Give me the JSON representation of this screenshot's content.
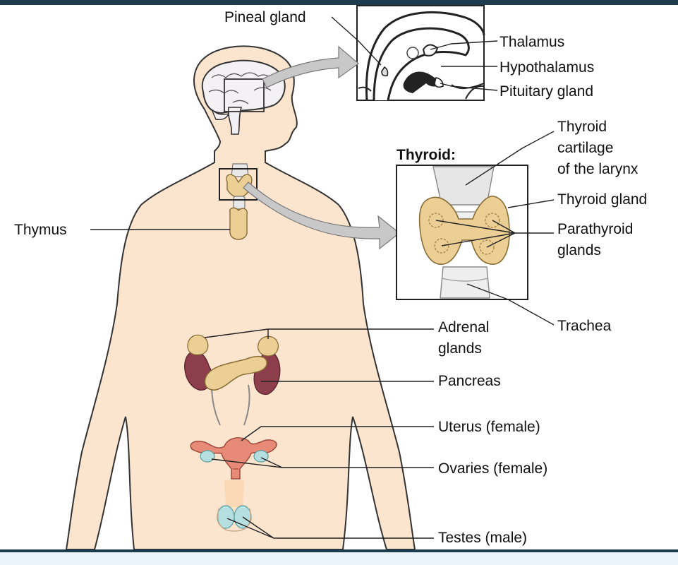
{
  "labels": {
    "pineal": "Pineal gland",
    "thalamus": "Thalamus",
    "hypothalamus": "Hypothalamus",
    "pituitary": "Pituitary gland",
    "thyroid_heading": "Thyroid:",
    "thyroid_cartilage_1": "Thyroid",
    "thyroid_cartilage_2": "cartilage",
    "thyroid_cartilage_3": "of the larynx",
    "thyroid_gland": "Thyroid gland",
    "parathyroid_1": "Parathyroid",
    "parathyroid_2": "glands",
    "trachea": "Trachea",
    "thymus": "Thymus",
    "adrenal_1": "Adrenal",
    "adrenal_2": "glands",
    "pancreas": "Pancreas",
    "uterus": "Uterus (female)",
    "ovaries": "Ovaries (female)",
    "testes": "Testes (male)"
  },
  "colors": {
    "skin": "#fbe5cf",
    "outline": "#333333",
    "gland": "#ebcf95",
    "kidney": "#8c3e4a",
    "uterus": "#e88a78",
    "ovary": "#b5dfe0",
    "arrow": "#c8c8c8",
    "frame": "#1d3d4f"
  }
}
